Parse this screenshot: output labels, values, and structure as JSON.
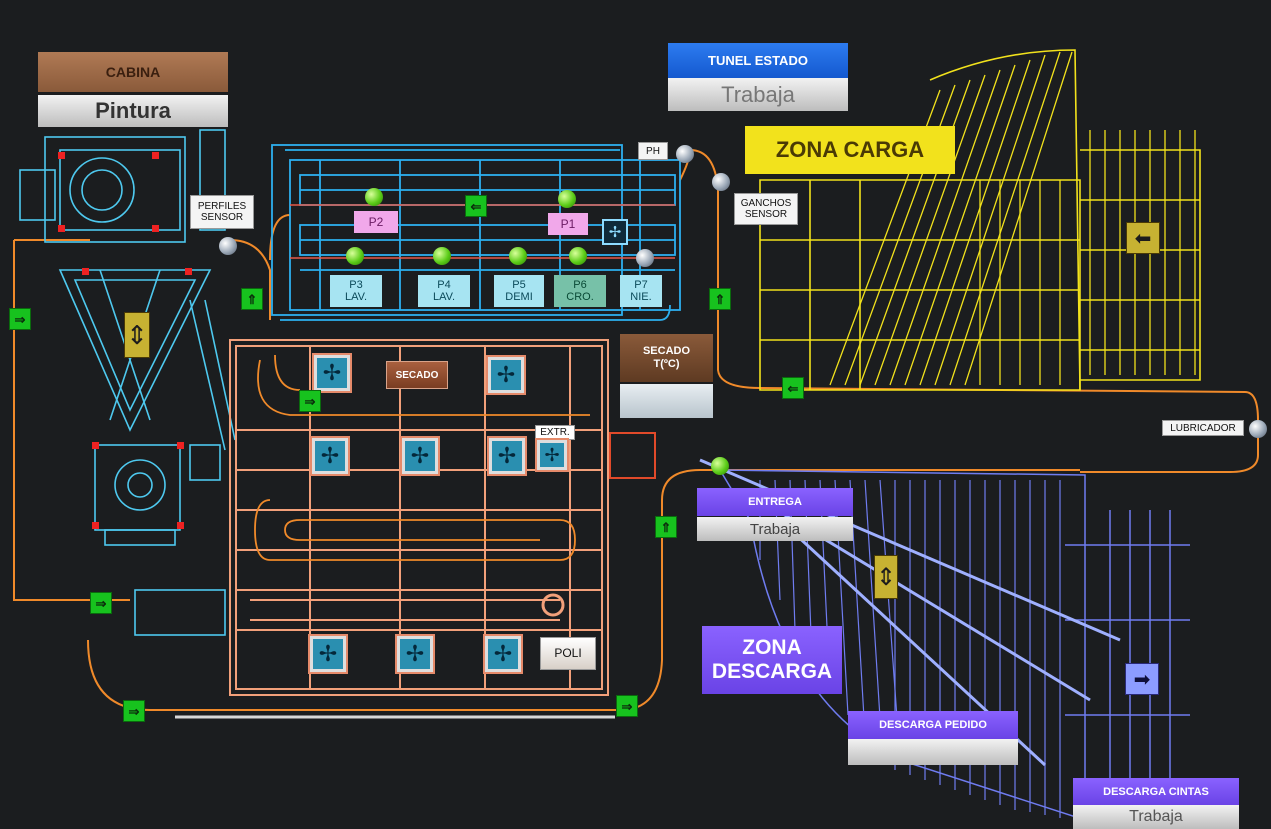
{
  "colors": {
    "background": "#1b1d1f",
    "paint_booth": "#4ec9ef",
    "wash_tunnel": "#2db0ef",
    "oven": "#f2a07a",
    "conveyor": "#f08a2a",
    "load_zone": "#f2e21c",
    "unload_zone": "#6f7cf0",
    "arrow_green": "#17c21e"
  },
  "cabina": {
    "header": "CABINA",
    "value": "Pintura"
  },
  "tunel": {
    "header": "TUNEL ESTADO",
    "value": "Trabaja"
  },
  "zona_carga": {
    "label": "ZONA CARGA"
  },
  "sensors": {
    "perfiles": "PERFILES\nSENSOR",
    "ph": "PH",
    "ganchos": "GANCHOS\nSENSOR",
    "lubricador": "LUBRICADOR",
    "extr": "EXTR."
  },
  "stations": {
    "p1": "P1",
    "p2": "P2",
    "p3": "P3\nLAV.",
    "p4": "P4\nLAV.",
    "p5": "P5\nDEMI",
    "p6": "P6\nCRO.",
    "p7": "P7\nNIE."
  },
  "secado": {
    "label": "SECADO",
    "temp_header": "SECADO\nT(ºC)",
    "temp_value": ""
  },
  "poli": "POLI",
  "entrega": {
    "header": "ENTREGA",
    "value": "Trabaja"
  },
  "zona_descarga": {
    "label": "ZONA\nDESCARGA"
  },
  "descarga_pedido": {
    "header": "DESCARGA PEDIDO",
    "value": ""
  },
  "descarga_cintas": {
    "header": "DESCARGA CINTAS",
    "value": "Trabaja"
  },
  "glyphs": {
    "left": "⇐",
    "right": "⇒",
    "up": "⇑",
    "updown": "⇕",
    "fan": "✢",
    "box_left": "⬅",
    "box_right": "➡"
  }
}
